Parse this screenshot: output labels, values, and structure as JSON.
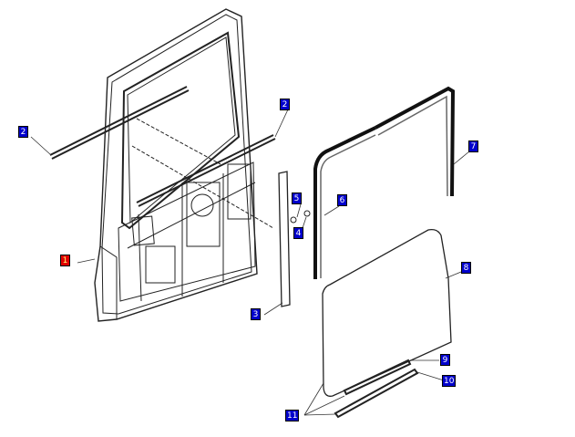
{
  "diagram": {
    "callouts": [
      {
        "label": "1",
        "selected": true
      },
      {
        "label": "2"
      },
      {
        "label": "2"
      },
      {
        "label": "3"
      },
      {
        "label": "4"
      },
      {
        "label": "5"
      },
      {
        "label": "6"
      },
      {
        "label": "7"
      },
      {
        "label": "8"
      },
      {
        "label": "9"
      },
      {
        "label": "10"
      },
      {
        "label": "11"
      }
    ],
    "colors": {
      "callout": "#0000cc",
      "selected": "#e00000"
    }
  }
}
